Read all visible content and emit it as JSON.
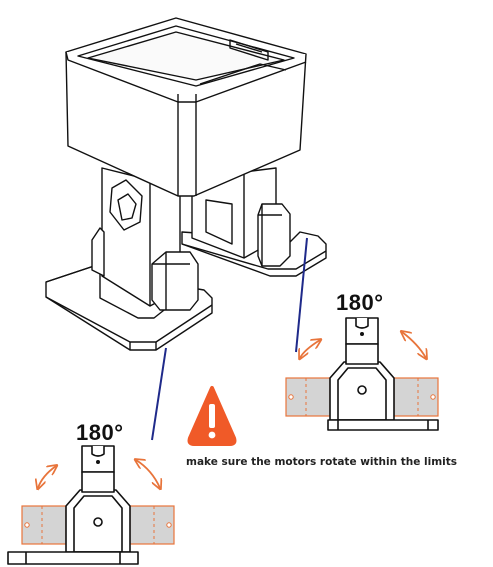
{
  "angle_right": "180°",
  "angle_left": "180°",
  "warning": {
    "text": "make sure the motors rotate within the limits",
    "icon": "warning-triangle-icon"
  },
  "colors": {
    "arrow": "#e8743b",
    "motor_fill": "#d4d4d4",
    "motor_outline": "#e8743b",
    "pointer_line": "#1f2a8a",
    "warning_icon": "#f05a28",
    "outline": "#111111"
  }
}
